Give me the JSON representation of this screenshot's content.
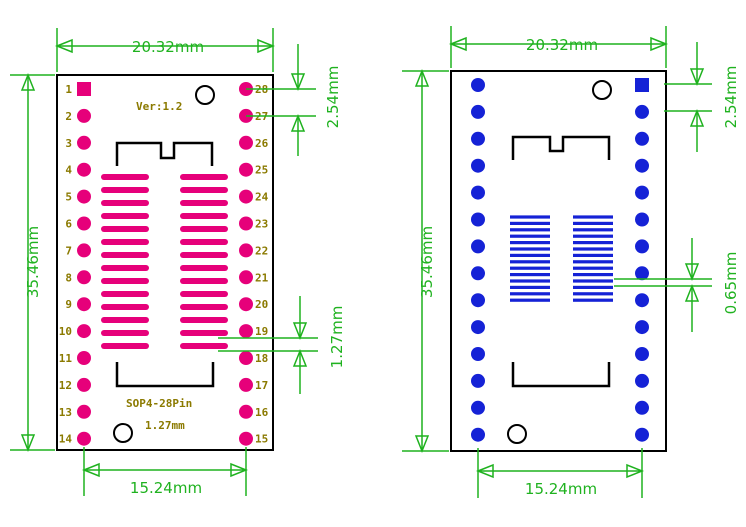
{
  "colors": {
    "dimension": "#1fb21f",
    "board_outline": "#000000",
    "pad_front": "#e6007a",
    "pad_back": "#1522d6",
    "silkscreen_text": "#8b7a00"
  },
  "front_board": {
    "version_label": "Ver:1.2",
    "part_label": "SOP4-28Pin",
    "pitch_label": "1.27mm",
    "pin_numbers_left": [
      "1",
      "2",
      "3",
      "4",
      "5",
      "6",
      "7",
      "8",
      "9",
      "10",
      "11",
      "12",
      "13",
      "14"
    ],
    "pin_numbers_right": [
      "28",
      "27",
      "26",
      "25",
      "24",
      "23",
      "22",
      "21",
      "20",
      "19",
      "18",
      "17",
      "16",
      "15"
    ],
    "pin1_shape": "square",
    "dim_width": "20.32mm",
    "dim_height": "35.46mm",
    "dim_pin_pitch": "2.54mm",
    "dim_pad_pitch": "1.27mm",
    "dim_row_spacing": "15.24mm"
  },
  "back_board": {
    "pin1_shape": "square",
    "pins_per_side": 14,
    "dim_width": "20.32mm",
    "dim_height": "35.46mm",
    "dim_pin_pitch": "2.54mm",
    "dim_pad_pitch": "0.65mm",
    "dim_row_spacing": "15.24mm"
  }
}
